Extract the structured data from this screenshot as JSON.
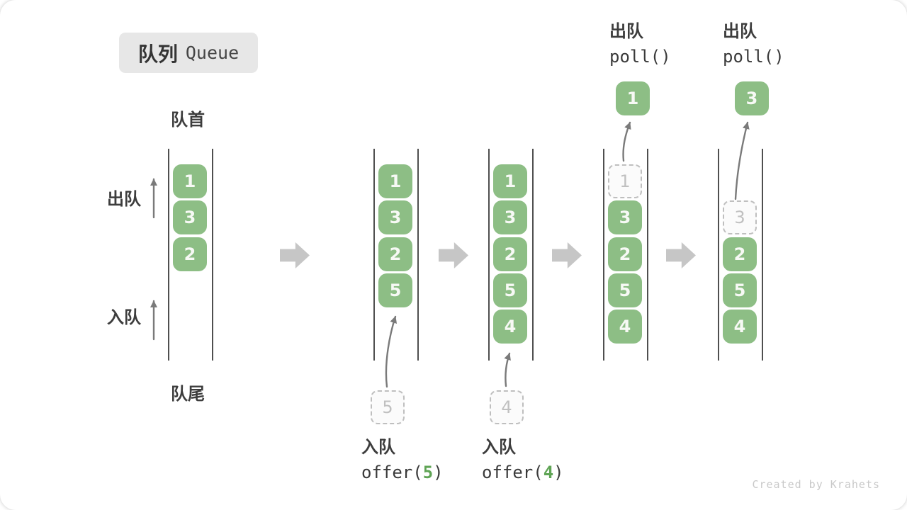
{
  "title": {
    "zh": "队列",
    "en": "Queue"
  },
  "labels": {
    "front": "队首",
    "rear": "队尾",
    "dequeue_side": "出队",
    "enqueue_side": "入队"
  },
  "watermark": "Created by Krahets",
  "colors": {
    "item_green": "#8dbe85",
    "item_text": "#f7f9f5",
    "arg_green": "#5fa455",
    "title_bg": "#e7e7e7",
    "label_text": "#3d3d3d",
    "wall": "#4f4f4f",
    "block_arrow": "#c6c6c6",
    "curve_arrow": "#7a7a7a",
    "dashed_border": "#bfbfbf",
    "watermark_text": "#c9c9c9"
  },
  "stages": [
    {
      "name": "initial",
      "slots": [
        {
          "value": "1"
        },
        {
          "value": "3"
        },
        {
          "value": "2"
        }
      ]
    },
    {
      "name": "after-offer-5",
      "slots": [
        {
          "value": "1"
        },
        {
          "value": "3"
        },
        {
          "value": "2"
        },
        {
          "value": "5"
        }
      ],
      "incoming": {
        "value": "5"
      },
      "op": {
        "zh": "入队",
        "fn": "offer(",
        "arg": "5",
        "close": ")"
      }
    },
    {
      "name": "after-offer-4",
      "slots": [
        {
          "value": "1"
        },
        {
          "value": "3"
        },
        {
          "value": "2"
        },
        {
          "value": "5"
        },
        {
          "value": "4"
        }
      ],
      "incoming": {
        "value": "4"
      },
      "op": {
        "zh": "入队",
        "fn": "offer(",
        "arg": "4",
        "close": ")"
      }
    },
    {
      "name": "poll-1",
      "slots": [
        {
          "value": "1",
          "dashed": true
        },
        {
          "value": "3"
        },
        {
          "value": "2"
        },
        {
          "value": "5"
        },
        {
          "value": "4"
        }
      ],
      "outgoing": {
        "value": "1"
      },
      "op": {
        "zh": "出队",
        "fn": "poll()"
      }
    },
    {
      "name": "poll-3",
      "slots": [
        {
          "empty": true
        },
        {
          "value": "3",
          "dashed": true
        },
        {
          "value": "2"
        },
        {
          "value": "5"
        },
        {
          "value": "4"
        }
      ],
      "outgoing": {
        "value": "3"
      },
      "op": {
        "zh": "出队",
        "fn": "poll()"
      }
    }
  ]
}
